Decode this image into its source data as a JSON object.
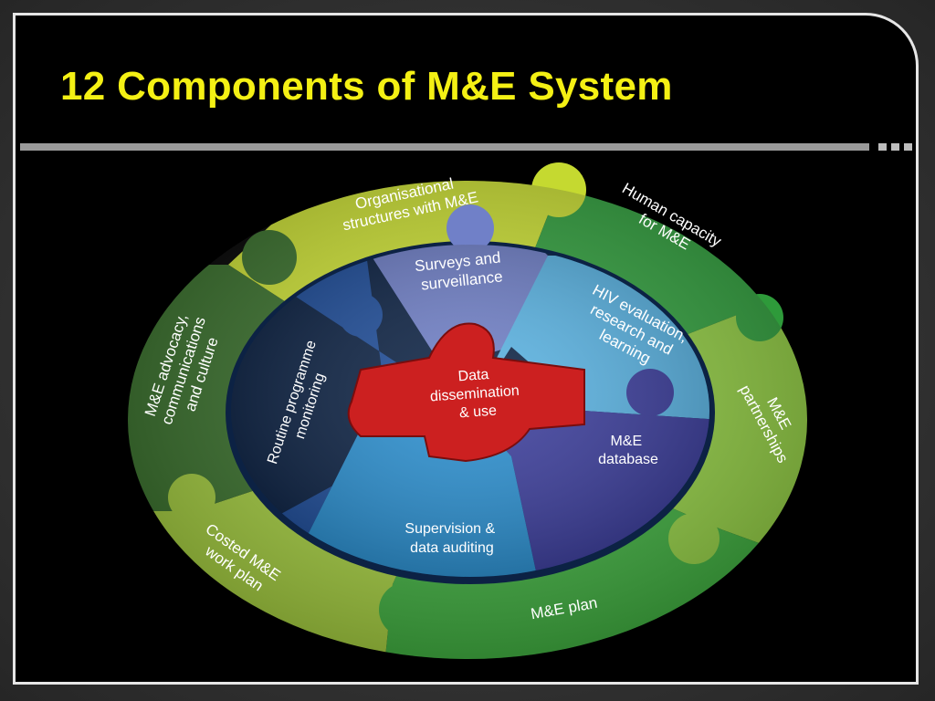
{
  "title": "12 Components of M&E System",
  "colors": {
    "title": "#f4f014",
    "outer_ring": [
      "#8cc63f",
      "#2e8b2e",
      "#c5d930",
      "#3a7d2a"
    ],
    "middle_ring": [
      "#1f4e9b",
      "#7080c8",
      "#5aaee0",
      "#4545a0",
      "#2a8fd0"
    ],
    "center": "#cc2020"
  },
  "components": {
    "outer": {
      "organisational": [
        "Organisational",
        "structures with M&E"
      ],
      "human_capacity": [
        "Human capacity",
        "for M&E"
      ],
      "partnerships": [
        "M&E",
        "partnerships"
      ],
      "plan": [
        "M&E plan"
      ],
      "costed_plan": [
        "Costed M&E",
        "work plan"
      ],
      "advocacy": [
        "M&E advocacy,",
        "communications",
        "and culture"
      ]
    },
    "middle": {
      "surveys": [
        "Surveys and",
        "surveillance"
      ],
      "hiv_evaluation": [
        "HIV evaluation,",
        "research  and",
        "learning"
      ],
      "database": [
        "M&E",
        "database"
      ],
      "supervision": [
        "Supervision &",
        "data auditing"
      ],
      "routine": [
        "Routine programme",
        "monitoring"
      ]
    },
    "center": [
      "Data",
      "dissemination",
      "& use"
    ]
  }
}
